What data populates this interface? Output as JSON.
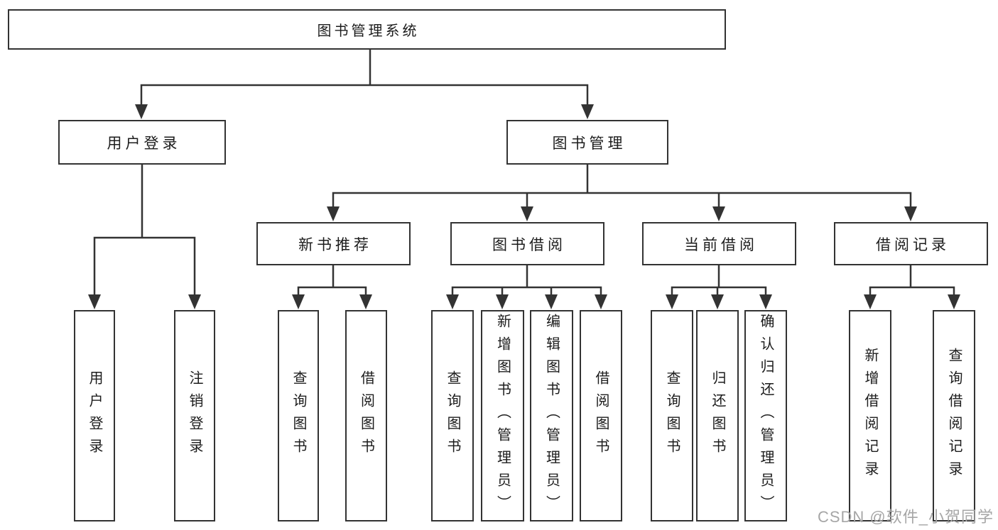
{
  "diagram": {
    "root": {
      "label": "图书管理系统"
    },
    "level2": [
      {
        "id": "user-login",
        "label": "用户登录"
      },
      {
        "id": "book-management",
        "label": "图书管理"
      }
    ],
    "level3": [
      {
        "id": "new-book-recommend",
        "label": "新书推荐"
      },
      {
        "id": "book-borrowing",
        "label": "图书借阅"
      },
      {
        "id": "current-borrowing",
        "label": "当前借阅"
      },
      {
        "id": "borrowing-records",
        "label": "借阅记录"
      }
    ],
    "leaves": {
      "user_login": [
        {
          "label": "用户登录"
        },
        {
          "label": "注销登录"
        }
      ],
      "new_book_recommend": [
        {
          "label": "查询图书"
        },
        {
          "label": "借阅图书"
        }
      ],
      "book_borrowing": [
        {
          "label": "查询图书"
        },
        {
          "label": "新增图书（管理员）"
        },
        {
          "label": "编辑图书（管理员）"
        },
        {
          "label": "借阅图书"
        }
      ],
      "current_borrowing": [
        {
          "label": "查询图书"
        },
        {
          "label": "归还图书"
        },
        {
          "label": "确认归还（管理员）"
        }
      ],
      "borrowing_records": [
        {
          "label": "新增借阅记录"
        },
        {
          "label": "查询借阅记录"
        }
      ]
    }
  },
  "watermark": {
    "text": "CSDN @软件_小贺同学"
  },
  "colors": {
    "line": "#333333",
    "border": "#333333",
    "text": "#1c1c1c",
    "watermark": "#a6a6a6",
    "background": "#ffffff"
  }
}
